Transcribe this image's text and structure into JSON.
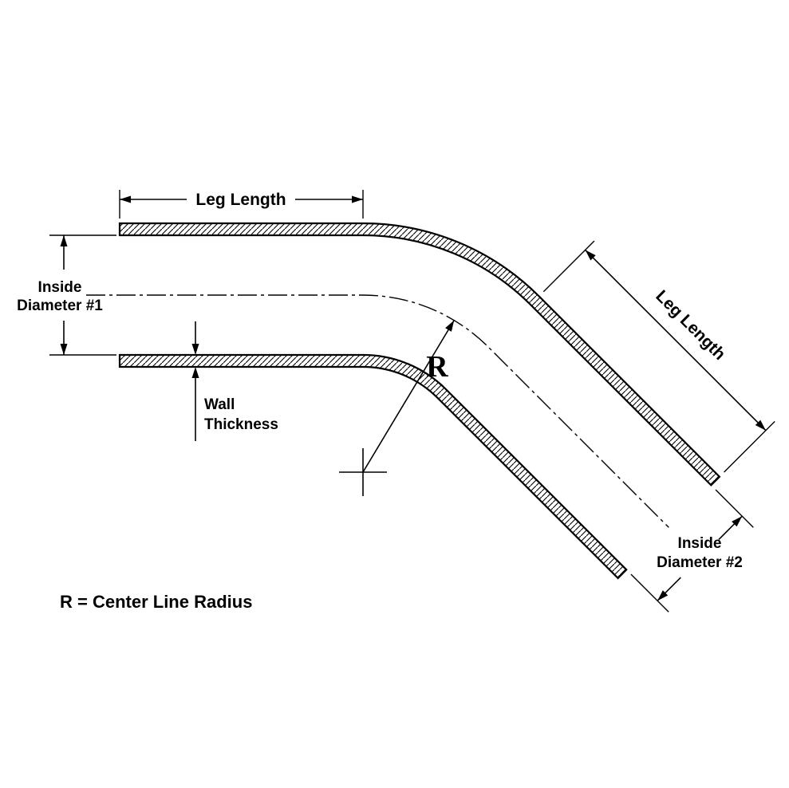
{
  "diagram": {
    "background": "#ffffff",
    "line_color": "#000000",
    "labels": {
      "top_leg_length": "Leg Length",
      "inside_diameter_1_line1": "Inside",
      "inside_diameter_1_line2": "Diameter #1",
      "wall_thickness_line1": "Wall",
      "wall_thickness_line2": "Thickness",
      "radius": "R",
      "diag_leg_length": "Leg Length",
      "inside_diameter_2_line1": "Inside",
      "inside_diameter_2_line2": "Diameter #2",
      "legend": "R = Center Line Radius"
    }
  }
}
